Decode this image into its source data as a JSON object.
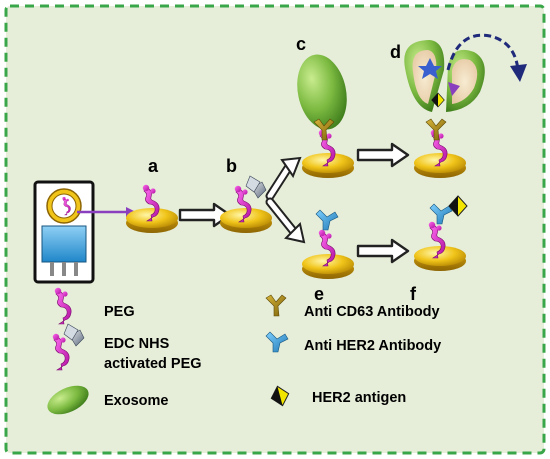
{
  "colors": {
    "background": "#e6eed9",
    "border": "#3aa64a",
    "peg": "#e21fd2",
    "disk": "#f0c419",
    "exosome": "#7dbb42",
    "anti_cd63": "#a88a17",
    "anti_her2": "#2f9bd6",
    "her2_antigen": "#f2e600",
    "arrow_fill": "#ffffff",
    "arrow_outline": "#222222",
    "sensor_chip": "#3fa9e8",
    "cargo_arrow": "#1f2a7a",
    "probe_line": "#8a3fbf"
  },
  "step_labels": [
    "a",
    "b",
    "c",
    "d",
    "e",
    "f"
  ],
  "legend": {
    "peg": "PEG",
    "edc_nhs_line1": "EDC NHS",
    "edc_nhs_line2": "activated PEG",
    "exosome": "Exosome",
    "anti_cd63": "Anti CD63 Antibody",
    "anti_her2": "Anti HER2 Antibody",
    "her2_antigen": "HER2 antigen"
  }
}
